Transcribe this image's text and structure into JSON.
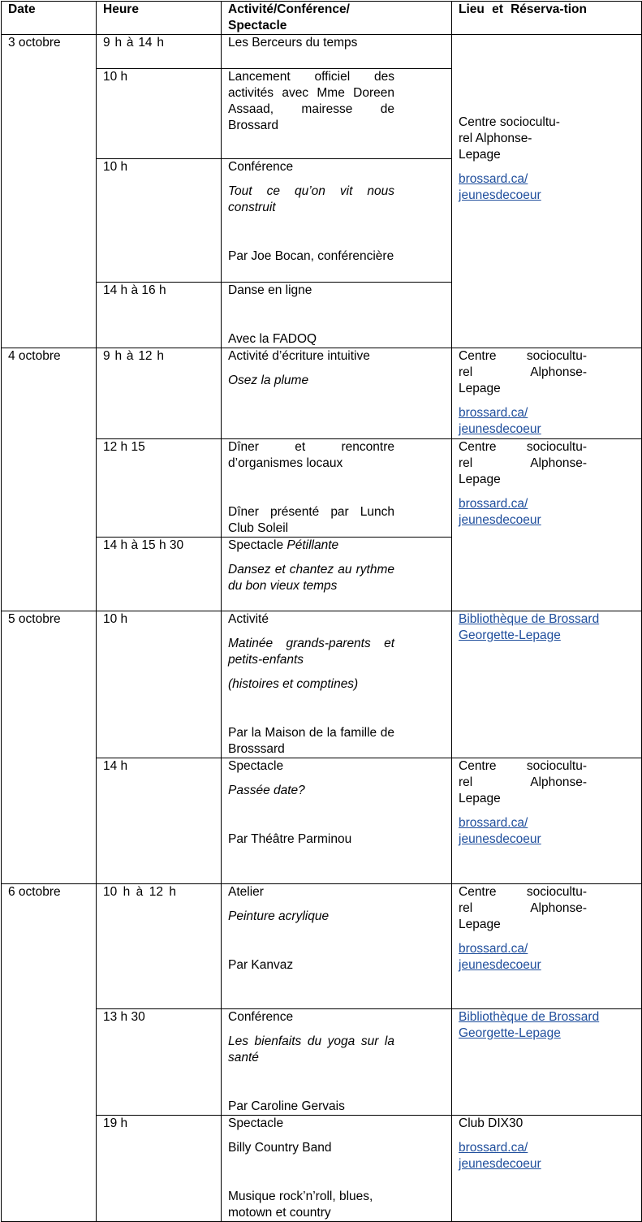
{
  "headers": {
    "date": "Date",
    "heure": "Heure",
    "activite_l1": "Activité/Conférence/",
    "activite_l2": "Spectacle",
    "lieu": "Lieu et Réserva-tion"
  },
  "venues": {
    "centre_l1": "Centre sociocultu-",
    "centre_l2": "rel Alphonse-",
    "centre_l3": "Lepage",
    "centre_full_l2": "rel Alphonse-",
    "link_l1": "brossard.ca/",
    "link_l2": "jeunesdecoeur",
    "biblio_l1": "Bibliothèque de Brossard",
    "biblio_l2": "Georgette-Lepage",
    "club": "Club DIX30"
  },
  "rows": {
    "d1": {
      "date": "3 octobre",
      "r1": {
        "heure": "9 h à 14 h",
        "activite": "Les Berceurs du temps"
      },
      "r2": {
        "heure": "10 h",
        "activite": "Lancement officiel des activités avec Mme Doreen Assaad, mairesse de Brossard"
      },
      "r3": {
        "heure": "10 h",
        "title": "Conférence",
        "sub": "Tout ce qu’on vit nous construit",
        "by": "Par Joe Bocan, conférencière"
      },
      "r4": {
        "heure": "14 h à 16 h",
        "title": "Danse en ligne",
        "by": "Avec la FADOQ"
      }
    },
    "d2": {
      "date": "4 octobre",
      "r1": {
        "heure": "9 h à 12 h",
        "title": "Activité d’écriture intuitive",
        "sub": "Osez la plume"
      },
      "r2": {
        "heure": "12 h 15",
        "title": "Dîner et rencontre d’organismes locaux",
        "by": "Dîner présenté par Lunch Club Soleil"
      },
      "r3": {
        "heure": "14 h à 15 h 30",
        "title_a": "Spectacle ",
        "title_b": "Pétillante",
        "sub": "Dansez et chantez au rythme du bon vieux temps"
      }
    },
    "d3": {
      "date": "5 octobre",
      "r1": {
        "heure": "10 h",
        "title": "Activité",
        "sub": "Matinée grands-parents et petits-enfants",
        "note": "(histoires et comptines)",
        "by": "Par la Maison de la famille de Brosssard"
      },
      "r2": {
        "heure": "14 h",
        "title": "Spectacle",
        "sub": "Passée date?",
        "by": "Par Théâtre Parminou"
      }
    },
    "d4": {
      "date": "6 octobre",
      "r1": {
        "heure": "10 h à 12 h",
        "title": "Atelier",
        "sub": "Peinture acrylique",
        "by": "Par Kanvaz"
      },
      "r2": {
        "heure": "13 h 30",
        "title": "Conférence",
        "sub": "Les bienfaits du yoga sur la santé",
        "by": "Par Caroline Gervais"
      },
      "r3": {
        "heure": "19 h",
        "title": "Spectacle",
        "sub": "Billy Country Band",
        "by": "Musique rock’n’roll, blues, motown et country"
      }
    }
  }
}
